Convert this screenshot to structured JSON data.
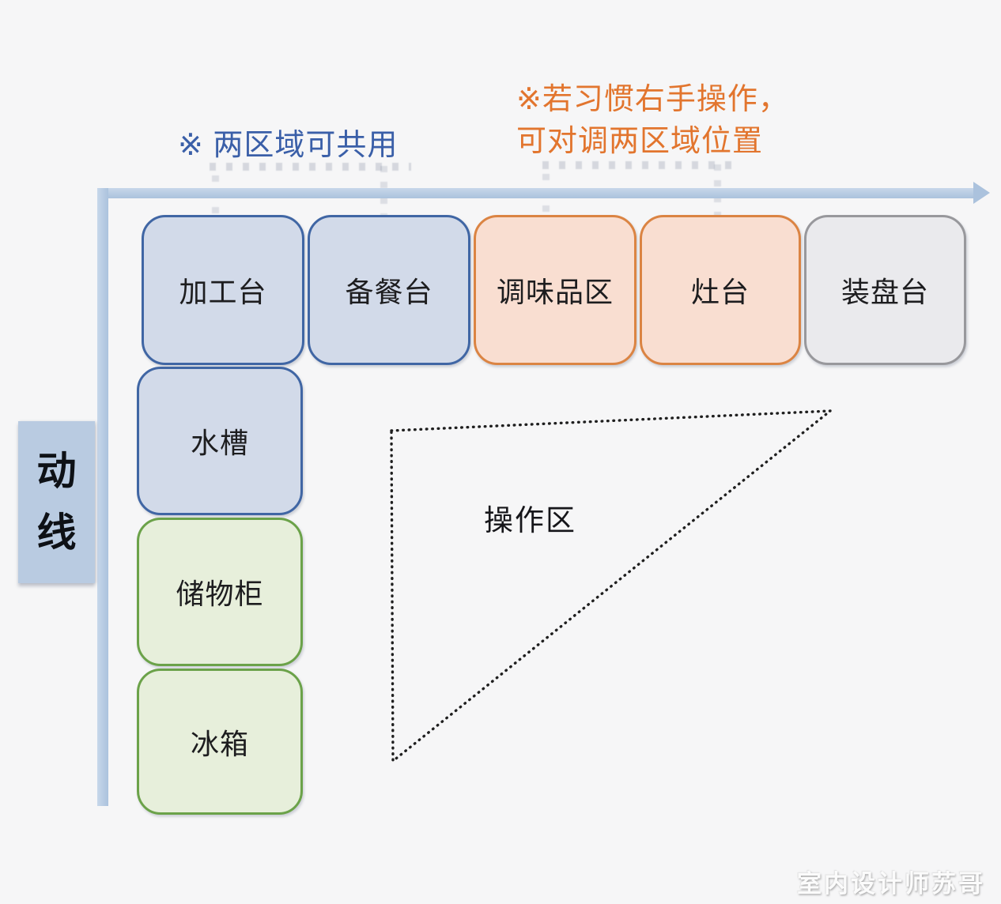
{
  "theme": {
    "bg": "#f6f6f7",
    "blue_fill": "#d2dae9",
    "blue_border": "#4066a4",
    "orange_fill": "#f9ded1",
    "orange_border": "#db8443",
    "gray_fill": "#eaeaed",
    "gray_border": "#98989c",
    "green_fill": "#e7efdb",
    "green_border": "#6ba249",
    "flow": "#abc2dd",
    "axis_fill": "#b9cbe1",
    "note_blue": "#3a5fa8",
    "note_orange": "#e2752e",
    "triangle_stroke": "#1f1f1f"
  },
  "notes": {
    "shared": "※ 两区域可共用",
    "swap_line1": "※若习惯右手操作，",
    "swap_line2": "可对调两区域位置"
  },
  "flow": {
    "axis_label": "动线"
  },
  "zones": {
    "top_row": [
      {
        "label": "加工台",
        "color": "blue"
      },
      {
        "label": "备餐台",
        "color": "blue"
      },
      {
        "label": "调味品区",
        "color": "orange"
      },
      {
        "label": "灶台",
        "color": "orange"
      },
      {
        "label": "装盘台",
        "color": "gray"
      }
    ],
    "left_column": [
      {
        "label": "水槽",
        "color": "blue"
      },
      {
        "label": "储物柜",
        "color": "green"
      },
      {
        "label": "冰箱",
        "color": "green"
      }
    ]
  },
  "work_triangle": {
    "label": "操作区"
  },
  "watermark": "室内设计师苏哥"
}
